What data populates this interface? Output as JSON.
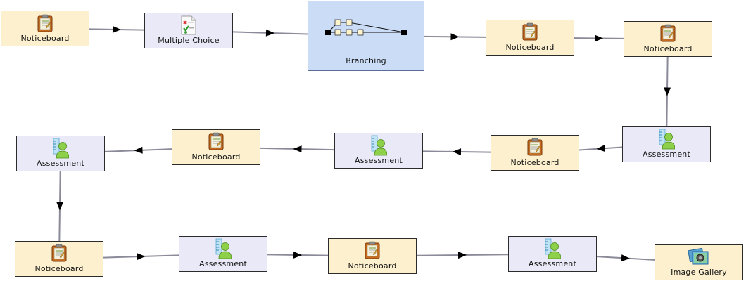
{
  "colors": {
    "activity": "#fcf0cf",
    "assessment": "#e9e9f7",
    "branching": "#cbdcf7",
    "edge": "#8a8a99"
  },
  "nodes": [
    {
      "id": "n1",
      "label": "Noticeboard",
      "kind": "notice",
      "icon": "noticeboard-icon"
    },
    {
      "id": "n2",
      "label": "Multiple Choice",
      "kind": "mc",
      "icon": "multiple-choice-icon"
    },
    {
      "id": "n3",
      "label": "Branching",
      "kind": "branch",
      "icon": "branching-icon"
    },
    {
      "id": "n4",
      "label": "Noticeboard",
      "kind": "notice",
      "icon": "noticeboard-icon"
    },
    {
      "id": "n5",
      "label": "Noticeboard",
      "kind": "notice",
      "icon": "noticeboard-icon"
    },
    {
      "id": "n6",
      "label": "Assessment",
      "kind": "assess",
      "icon": "assessment-icon"
    },
    {
      "id": "n7",
      "label": "Noticeboard",
      "kind": "notice",
      "icon": "noticeboard-icon"
    },
    {
      "id": "n8",
      "label": "Assessment",
      "kind": "assess",
      "icon": "assessment-icon"
    },
    {
      "id": "n9",
      "label": "Noticeboard",
      "kind": "notice",
      "icon": "noticeboard-icon"
    },
    {
      "id": "n10",
      "label": "Assessment",
      "kind": "assess",
      "icon": "assessment-icon"
    },
    {
      "id": "n11",
      "label": "Noticeboard",
      "kind": "notice",
      "icon": "noticeboard-icon"
    },
    {
      "id": "n12",
      "label": "Assessment",
      "kind": "assess",
      "icon": "assessment-icon"
    },
    {
      "id": "n13",
      "label": "Noticeboard",
      "kind": "notice",
      "icon": "noticeboard-icon"
    },
    {
      "id": "n14",
      "label": "Assessment",
      "kind": "assess",
      "icon": "assessment-icon"
    },
    {
      "id": "n15",
      "label": "Image Gallery",
      "kind": "gallery",
      "icon": "image-gallery-icon"
    }
  ],
  "edges": [
    [
      "n1",
      "n2"
    ],
    [
      "n2",
      "n3"
    ],
    [
      "n3",
      "n4"
    ],
    [
      "n4",
      "n5"
    ],
    [
      "n5",
      "n6"
    ],
    [
      "n6",
      "n7"
    ],
    [
      "n7",
      "n8"
    ],
    [
      "n8",
      "n9"
    ],
    [
      "n9",
      "n10"
    ],
    [
      "n10",
      "n11"
    ],
    [
      "n11",
      "n12"
    ],
    [
      "n12",
      "n13"
    ],
    [
      "n13",
      "n14"
    ],
    [
      "n14",
      "n15"
    ]
  ]
}
